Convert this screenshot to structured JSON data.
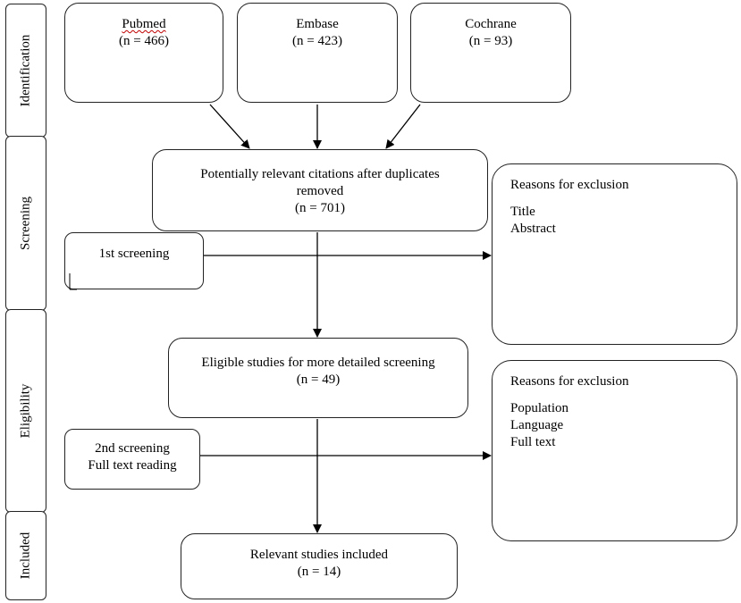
{
  "stages": {
    "identification": "Identification",
    "screening": "Screening",
    "eligibility": "Eligibility",
    "included": "Included"
  },
  "sources": [
    {
      "name": "Pubmed",
      "count": "(n = 466)"
    },
    {
      "name": "Embase",
      "count": "(n = 423)"
    },
    {
      "name": "Cochrane",
      "count": "(n = 93)"
    }
  ],
  "after_duplicates": {
    "line1": "Potentially relevant citations after duplicates",
    "line2": "removed",
    "count": "(n = 701)"
  },
  "first_screening": {
    "label": "1st screening"
  },
  "exclusion_1": {
    "title": "Reasons for exclusion",
    "items": [
      "Title",
      "Abstract"
    ]
  },
  "eligible": {
    "line1": "Eligible studies for more detailed screening",
    "count": "(n = 49)"
  },
  "second_screening": {
    "line1": "2nd screening",
    "line2": "Full text reading"
  },
  "exclusion_2": {
    "title": "Reasons for exclusion",
    "items": [
      "Population",
      "Language",
      "Full text"
    ]
  },
  "included": {
    "line1": "Relevant studies included",
    "count": "(n = 14)"
  }
}
